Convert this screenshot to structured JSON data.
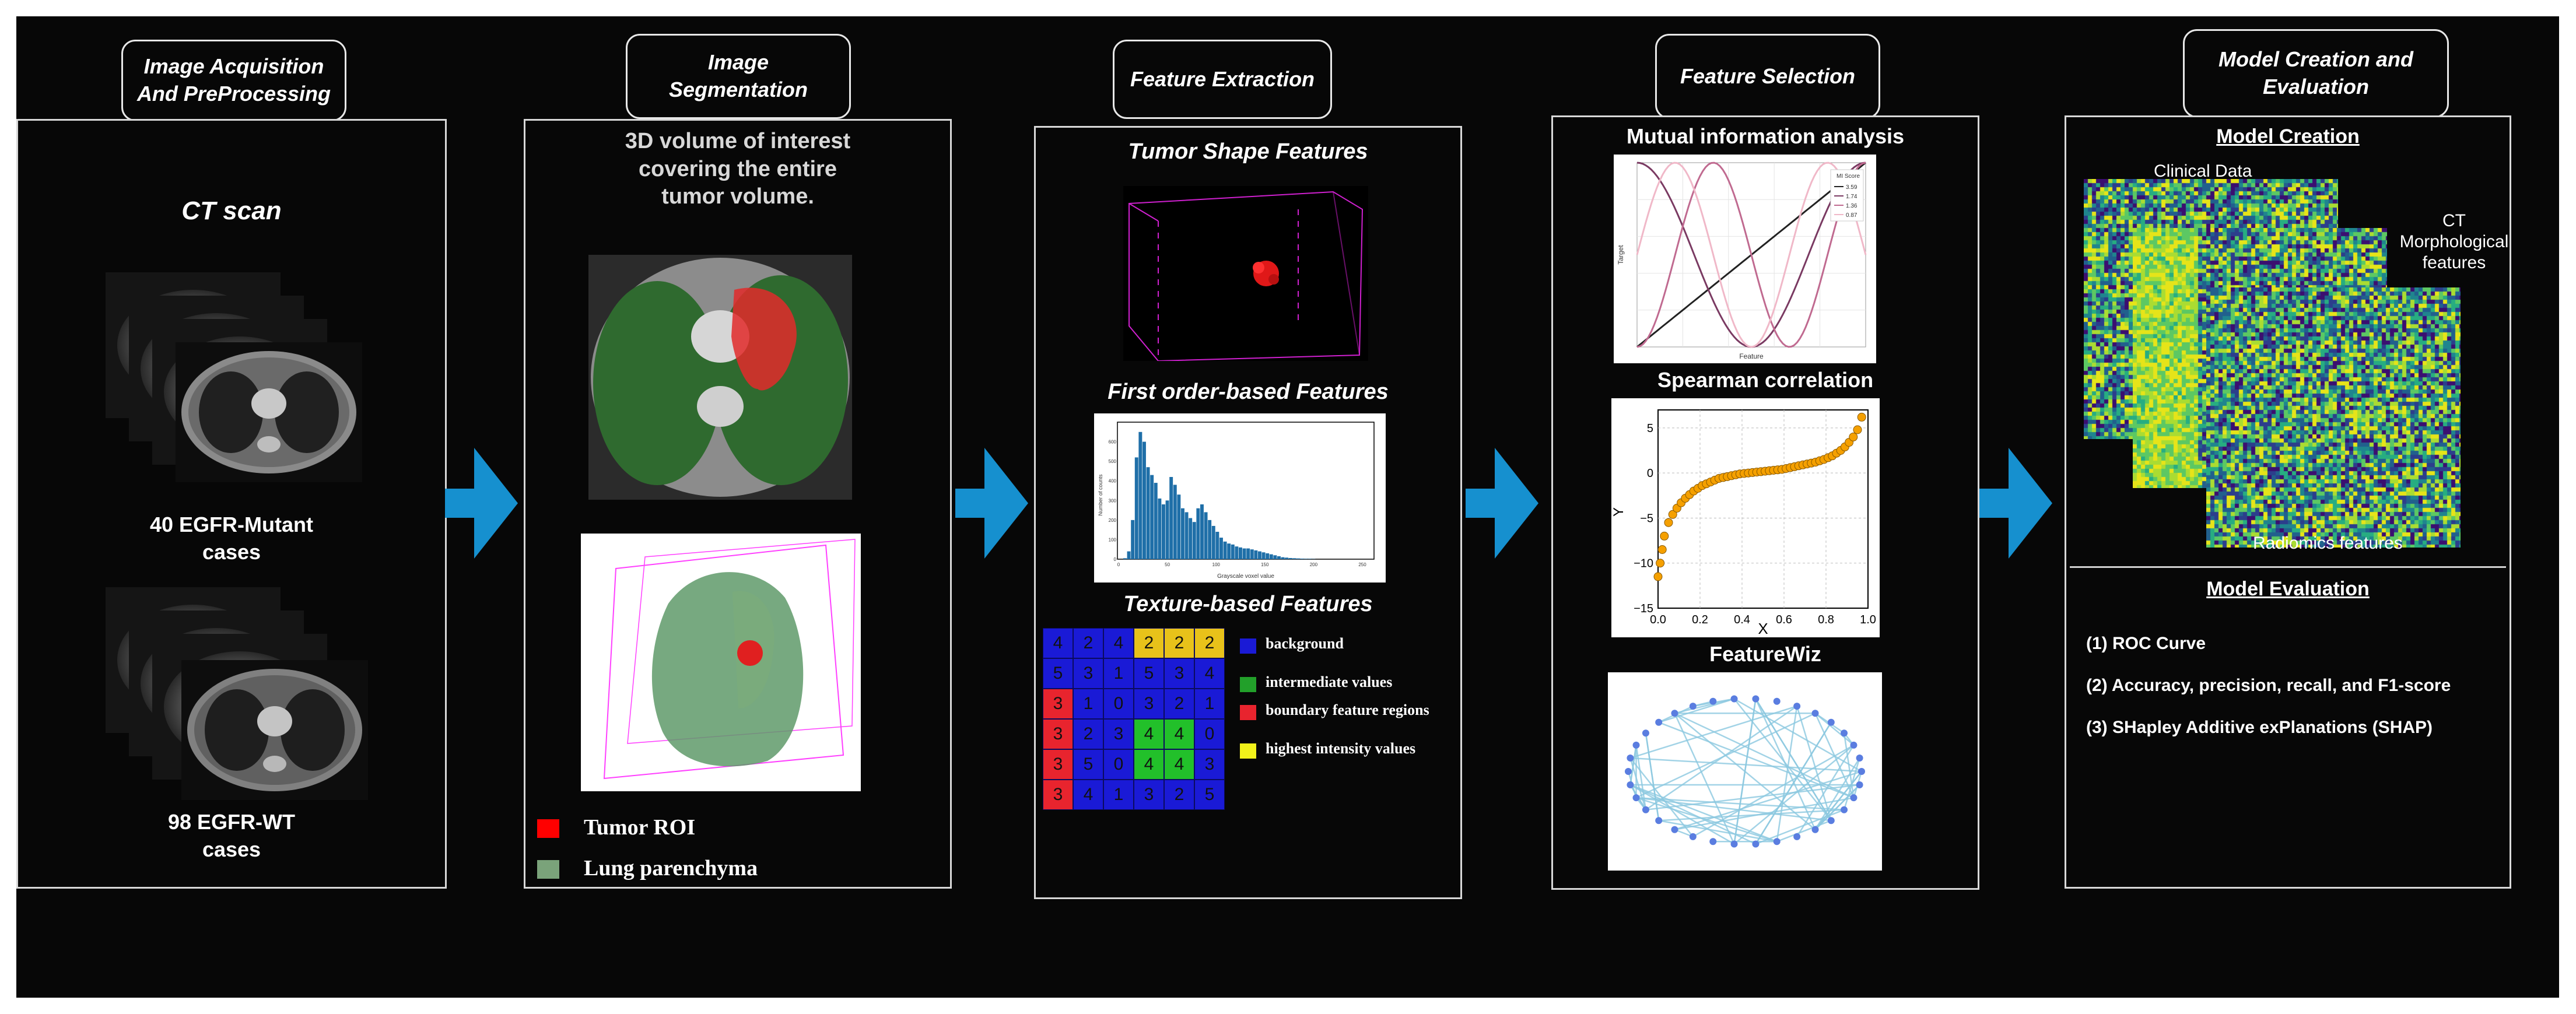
{
  "stages": {
    "acquisition": {
      "title_line1": "Image Acquisition",
      "title_line2": "And PreProcessing",
      "scan_label": "CT scan",
      "mutant_line1": "40 EGFR-Mutant",
      "mutant_line2": "cases",
      "wt_line1": "98 EGFR-WT",
      "wt_line2": "cases"
    },
    "segmentation": {
      "title_line1": "Image",
      "title_line2": "Segmentation",
      "voi_line1": "3D volume of interest",
      "voi_line2": "covering the entire",
      "voi_line3": "tumor volume.",
      "legend": [
        {
          "label": "Tumor ROI",
          "color": "#ff0000"
        },
        {
          "label": "Lung parenchyma",
          "color": "#7aa37a"
        }
      ]
    },
    "extraction": {
      "title": "Feature Extraction",
      "shape_label": "Tumor Shape Features",
      "first_order_label": "First order-based Features",
      "texture_label": "Texture-based Features",
      "grid": [
        [
          "4",
          "2",
          "4",
          "2",
          "2",
          "2"
        ],
        [
          "5",
          "3",
          "1",
          "5",
          "3",
          "4"
        ],
        [
          "3",
          "1",
          "0",
          "3",
          "2",
          "1"
        ],
        [
          "3",
          "2",
          "3",
          "4",
          "4",
          "0"
        ],
        [
          "3",
          "5",
          "0",
          "4",
          "4",
          "3"
        ],
        [
          "3",
          "4",
          "1",
          "3",
          "2",
          "5"
        ]
      ],
      "grid_colors": [
        [
          "blue",
          "blue",
          "blue",
          "yellow",
          "yellow",
          "yellow"
        ],
        [
          "blue",
          "blue",
          "blue",
          "blue",
          "blue",
          "blue"
        ],
        [
          "red",
          "blue",
          "blue",
          "blue",
          "blue",
          "blue"
        ],
        [
          "red",
          "blue",
          "blue",
          "green",
          "green",
          "blue"
        ],
        [
          "red",
          "blue",
          "blue",
          "green",
          "green",
          "blue"
        ],
        [
          "red",
          "blue",
          "blue",
          "blue",
          "blue",
          "blue"
        ]
      ],
      "palette": {
        "blue": "#1a1ad6",
        "yellow": "#e8c21a",
        "red": "#e8242e",
        "green": "#22c02a"
      },
      "texture_legend": [
        {
          "label": "background",
          "color": "#1a1ad6"
        },
        {
          "label": "intermediate values",
          "color": "#22a02a"
        },
        {
          "label": "boundary feature regions",
          "color": "#e8242e"
        },
        {
          "label": "highest intensity values",
          "color": "#f2f21a"
        }
      ]
    },
    "selection": {
      "title": "Feature Selection",
      "mi_label": "Mutual information analysis",
      "spearman_label": "Spearman correlation",
      "featurewiz_label": "FeatureWiz"
    },
    "model": {
      "title_line1": "Model Creation and",
      "title_line2": "Evaluation",
      "creation_label": "Model Creation",
      "clinical_label": "Clinical Data",
      "ct_morph_line1": "CT Morphological",
      "ct_morph_line2": "features",
      "radiomics_label": "Radiomics features",
      "evaluation_label": "Model Evaluation",
      "eval_items": [
        "(1) ROC Curve",
        "(2) Accuracy, precision, recall, and F1-score",
        "(3) SHapley Additive exPlanations (SHAP)"
      ]
    }
  },
  "chart_data": [
    {
      "type": "line",
      "xlabel": "Feature",
      "ylabel": "Target",
      "legend_title": "MI Score",
      "legend_entries": [
        "3.59",
        "1.74",
        "1.36",
        "0.87"
      ],
      "legend_placement": "top-right",
      "series_colors": [
        "#222222",
        "#7a3a62",
        "#c06a90",
        "#f0b8c8"
      ],
      "grid": true
    },
    {
      "type": "scatter",
      "xlabel": "X",
      "ylabel": "Y",
      "xlim": [
        0,
        1
      ],
      "ylim": [
        -15,
        7
      ],
      "xticks": [
        "0.0",
        "0.2",
        "0.4",
        "0.6",
        "0.8",
        "1.0"
      ],
      "yticks": [
        "5",
        "0",
        "−5",
        "−10",
        "−15"
      ],
      "x": [
        0.0,
        0.01,
        0.02,
        0.03,
        0.05,
        0.07,
        0.09,
        0.11,
        0.13,
        0.15,
        0.17,
        0.19,
        0.21,
        0.23,
        0.25,
        0.27,
        0.29,
        0.31,
        0.33,
        0.35,
        0.37,
        0.39,
        0.41,
        0.43,
        0.45,
        0.47,
        0.49,
        0.51,
        0.53,
        0.55,
        0.57,
        0.59,
        0.61,
        0.63,
        0.65,
        0.67,
        0.69,
        0.71,
        0.73,
        0.75,
        0.77,
        0.79,
        0.81,
        0.83,
        0.85,
        0.87,
        0.89,
        0.91,
        0.93,
        0.95,
        0.97
      ],
      "y": [
        -11.5,
        -10,
        -8.5,
        -7,
        -5.5,
        -4.6,
        -3.9,
        -3.3,
        -2.8,
        -2.4,
        -2.0,
        -1.7,
        -1.4,
        -1.2,
        -1.0,
        -0.8,
        -0.6,
        -0.5,
        -0.4,
        -0.3,
        -0.2,
        -0.1,
        -0.05,
        0.0,
        0.05,
        0.1,
        0.15,
        0.2,
        0.25,
        0.3,
        0.35,
        0.4,
        0.5,
        0.6,
        0.7,
        0.8,
        0.9,
        1.0,
        1.1,
        1.2,
        1.35,
        1.5,
        1.7,
        1.9,
        2.2,
        2.5,
        2.9,
        3.4,
        4.0,
        4.8,
        6.2
      ],
      "marker_color": "#f5a000",
      "grid": true
    },
    {
      "type": "bar",
      "xlabel": "Grayscale voxel value",
      "ylabel": "Number of counts",
      "xticks": [
        "0",
        "50",
        "100",
        "150",
        "200",
        "250"
      ],
      "yticks": [
        "0",
        "100",
        "200",
        "300",
        "400",
        "500",
        "600"
      ],
      "ylim": [
        0,
        700
      ],
      "values": [
        5,
        40,
        200,
        520,
        650,
        600,
        470,
        430,
        390,
        310,
        280,
        300,
        420,
        380,
        330,
        260,
        240,
        210,
        190,
        260,
        280,
        240,
        200,
        170,
        140,
        110,
        90,
        80,
        75,
        65,
        60,
        55,
        55,
        50,
        45,
        40,
        35,
        30,
        25,
        20,
        15,
        10,
        8,
        6,
        5,
        4,
        3,
        2,
        2,
        1
      ],
      "color": "#1f6fa8"
    }
  ]
}
